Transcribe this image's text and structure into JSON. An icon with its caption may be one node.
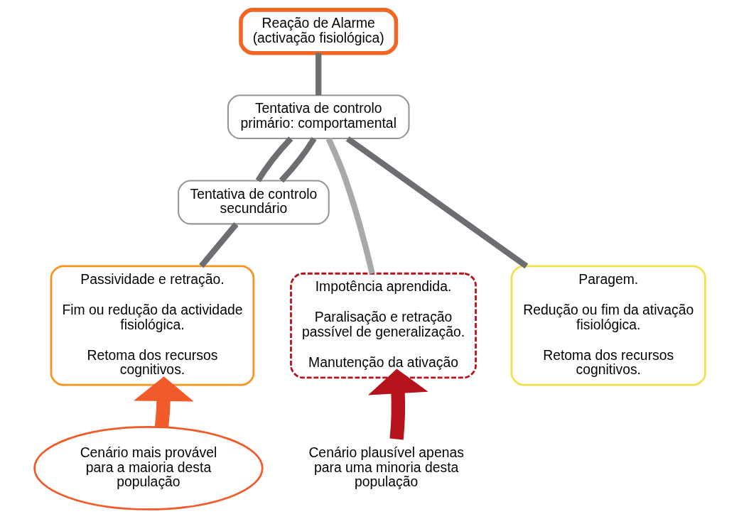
{
  "diagram": {
    "nodes": [
      {
        "text": [
          "Reação de Alarme (activação fisiológica)"
        ]
      },
      {
        "text": [
          "Tentativa de controlo primário: comportamental"
        ]
      },
      {
        "text": [
          "Tentativa de controlo secundário"
        ]
      },
      {
        "text": [
          "Impotência aprendida.",
          "Paralisação e retração passível de generalização.",
          "Manutenção da ativação"
        ]
      },
      {
        "text": [
          "Passividade e retração.",
          "Fim ou redução da actividade fisiológica.",
          "Retoma dos recursos cognitivos."
        ]
      },
      {
        "text": [
          "Paragem.",
          "Redução ou fim da ativação fisiológica.",
          "Retoma dos recursos cognitivos."
        ]
      },
      {
        "text": [
          "Cenário plausível apenas para uma minoria desta população"
        ]
      },
      {
        "text": [
          "Cenário mais provável para a maioria desta população"
        ]
      }
    ],
    "edges": [
      {
        "from": 0,
        "to": 1,
        "arrow": "none"
      },
      {
        "from": 1,
        "to": 2,
        "arrow": "none"
      },
      {
        "from": 1,
        "to": 2,
        "arrow": "none"
      },
      {
        "from": 1,
        "to": 3,
        "arrow": "none",
        "color": "#a7a9ac"
      },
      {
        "from": 1,
        "to": 5,
        "arrow": "none"
      },
      {
        "from": 2,
        "to": 4,
        "arrow": "none"
      },
      {
        "from": 6,
        "to": 3,
        "arrow": "to",
        "style": "thick",
        "color": "#b5121b"
      },
      {
        "from": 7,
        "to": 4,
        "arrow": "to",
        "style": "thick",
        "color": "#f15a29"
      }
    ]
  }
}
